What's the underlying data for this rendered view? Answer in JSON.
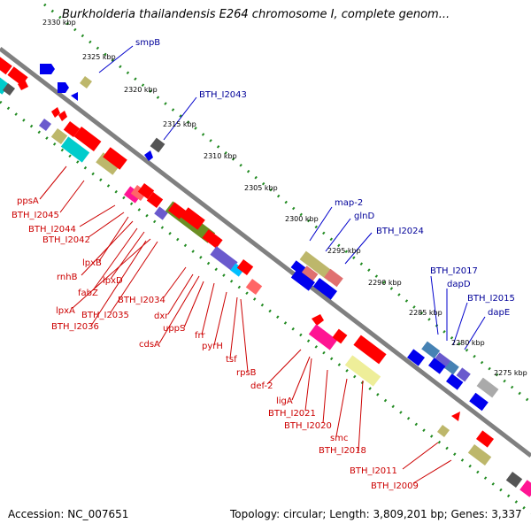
{
  "title": "Burkholderia thailandensis E264 chromosome I, complete genom...",
  "footer": {
    "accession": "Accession: NC_007651",
    "topology": "Topology: circular; Length: 3,809,201 bp; Genes: 3,337"
  },
  "colors": {
    "forward_strand": "#ff0000",
    "reverse_strand": "#0000ff",
    "backbone": "#808080",
    "tick": "#228b22",
    "label_red": "#cc0000",
    "label_blue": "#000099"
  },
  "scale_labels": [
    "2330 kbp",
    "2325 kbp",
    "2320 kbp",
    "2315 kbp",
    "2310 kbp",
    "2305 kbp",
    "2300 kbp",
    "2295 kbp",
    "2290 kbp",
    "2285 kbp",
    "2280 kbp",
    "2275 kbp"
  ],
  "reverse_labels": [
    "smpB",
    "BTH_I2043",
    "map-2",
    "glnD",
    "BTH_I2024",
    "BTH_I2017",
    "dapD",
    "BTH_I2015",
    "dapE"
  ],
  "forward_labels": [
    "ppsA",
    "BTH_I2045",
    "BTH_I2044",
    "BTH_I2042",
    "lpxB",
    "rnhB",
    "lpxD",
    "fabZ",
    "lpxA",
    "BTH_I2035",
    "BTH_I2036",
    "BTH_I2034",
    "dxr",
    "uppS",
    "cdsA",
    "frr",
    "pyrH",
    "tsf",
    "rpsB",
    "def-2",
    "ligA",
    "BTH_I2021",
    "BTH_I2020",
    "smc",
    "BTH_I2018",
    "BTH_I2011",
    "BTH_I2009"
  ]
}
